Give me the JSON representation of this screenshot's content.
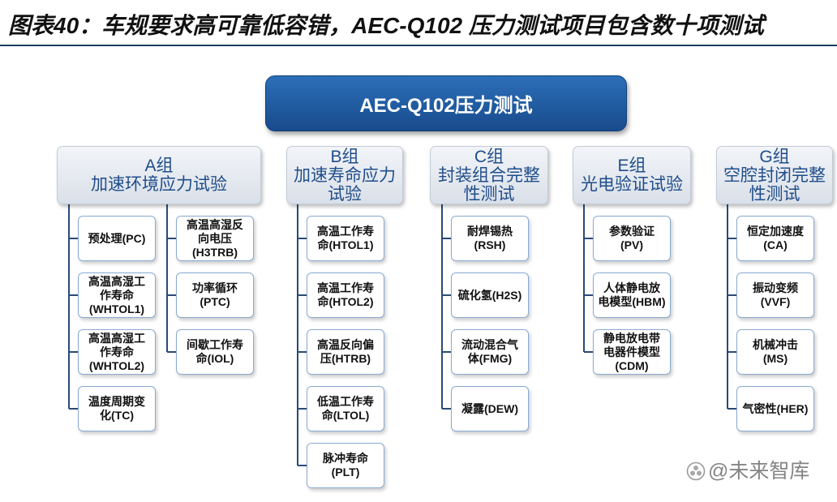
{
  "title": "图表40：车规要求高可靠低容错，AEC-Q102 压力测试项目包含数十项测试",
  "root": {
    "label": "AEC-Q102压力测试"
  },
  "groups": [
    {
      "letter": "A组",
      "name": "加速环境应力试验",
      "columns": [
        [
          "预处理(PC)",
          "高温高湿工\n作寿命\n(WHTOL1)",
          "高温高湿工\n作寿命\n(WHTOL2)",
          "温度周期变\n化(TC)"
        ],
        [
          "高温高湿反\n向电压\n(H3TRB)",
          "功率循环\n(PTC)",
          "间歇工作寿\n命(IOL)"
        ]
      ]
    },
    {
      "letter": "B组",
      "name": "加速寿命应力试验",
      "columns": [
        [
          "高温工作寿\n命(HTOL1)",
          "高温工作寿\n命(HTOL2)",
          "高温反向偏\n压(HTRB)",
          "低温工作寿\n命(LTOL)",
          "脉冲寿命\n(PLT)"
        ]
      ]
    },
    {
      "letter": "C组",
      "name": "封装组合完整性测试",
      "columns": [
        [
          "耐焊锡热\n(RSH)",
          "硫化氢(H2S)",
          "流动混合气\n体(FMG)",
          "凝露(DEW)"
        ]
      ]
    },
    {
      "letter": "E组",
      "name": "光电验证试验",
      "columns": [
        [
          "参数验证\n(PV)",
          "人体静电放\n电模型(HBM)",
          "静电放电带\n电器件模型\n(CDM)"
        ]
      ]
    },
    {
      "letter": "G组",
      "name": "空腔封闭完整性测试",
      "columns": [
        [
          "恒定加速度\n(CA)",
          "振动变频\n(VVF)",
          "机械冲击\n(MS)",
          "气密性(HER)"
        ]
      ]
    }
  ],
  "watermark": "@未来智库",
  "colors": {
    "root_fill_top": "#2c6fb9",
    "root_fill_bottom": "#184b8c",
    "header_text": "#1f4d89",
    "item_border": "#8aaad4",
    "connector": "#2a4a77",
    "title_rule": "#1d3b66"
  }
}
